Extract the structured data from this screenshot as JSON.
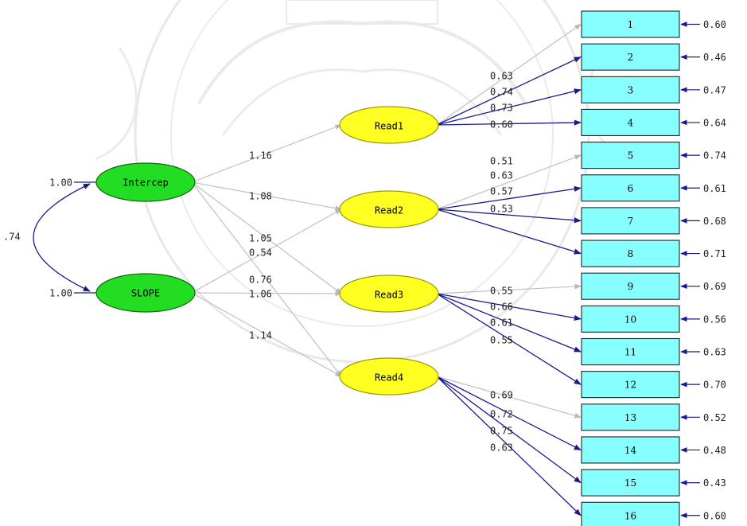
{
  "colors": {
    "factor_fill": "#22dd22",
    "latent_fill": "#ffff22",
    "indicator_fill": "#88ffff",
    "path_dark": "#1a1a8c",
    "path_light": "#c0c0c0",
    "watermark": "#d6d6d6"
  },
  "diagram": {
    "factors": [
      {
        "id": "intercept",
        "label": "Intercep",
        "variance": "1.00"
      },
      {
        "id": "slope",
        "label": "SLOPE",
        "variance": "1.00"
      }
    ],
    "factor_covariance": ".74",
    "latents": [
      {
        "id": "read1",
        "label": "Read1"
      },
      {
        "id": "read2",
        "label": "Read2"
      },
      {
        "id": "read3",
        "label": "Read3"
      },
      {
        "id": "read4",
        "label": "Read4"
      }
    ],
    "structural_paths": [
      {
        "from": "intercept",
        "to": "read1",
        "label": "1.16"
      },
      {
        "from": "intercept",
        "to": "read2",
        "label": "1.08"
      },
      {
        "from": "intercept",
        "to": "read3",
        "label": "0.54"
      },
      {
        "from": "intercept",
        "to": "read4",
        "label": "0.76"
      },
      {
        "from": "slope",
        "to": "read2",
        "label": "1.05"
      },
      {
        "from": "slope",
        "to": "read3",
        "label": "1.06"
      },
      {
        "from": "slope",
        "to": "read4",
        "label": "1.14"
      }
    ],
    "indicators": [
      {
        "label": "1",
        "loading": "0.63",
        "error": "0.60"
      },
      {
        "label": "2",
        "loading": "0.74",
        "error": "0.46"
      },
      {
        "label": "3",
        "loading": "0.73",
        "error": "0.47"
      },
      {
        "label": "4",
        "loading": "0.60",
        "error": "0.64"
      },
      {
        "label": "5",
        "loading": "0.51",
        "error": "0.74"
      },
      {
        "label": "6",
        "loading": "0.63",
        "error": "0.61"
      },
      {
        "label": "7",
        "loading": "0.57",
        "error": "0.68"
      },
      {
        "label": "8",
        "loading": "0.53",
        "error": "0.71"
      },
      {
        "label": "9",
        "loading": "0.55",
        "error": "0.69"
      },
      {
        "label": "10",
        "loading": "0.66",
        "error": "0.56"
      },
      {
        "label": "11",
        "loading": "0.61",
        "error": "0.63"
      },
      {
        "label": "12",
        "loading": "0.55",
        "error": "0.70"
      },
      {
        "label": "13",
        "loading": "0.69",
        "error": "0.52"
      },
      {
        "label": "14",
        "loading": "0.72",
        "error": "0.48"
      },
      {
        "label": "15",
        "loading": "0.75",
        "error": "0.43"
      },
      {
        "label": "16",
        "loading": "0.63",
        "error": "0.60"
      }
    ]
  }
}
